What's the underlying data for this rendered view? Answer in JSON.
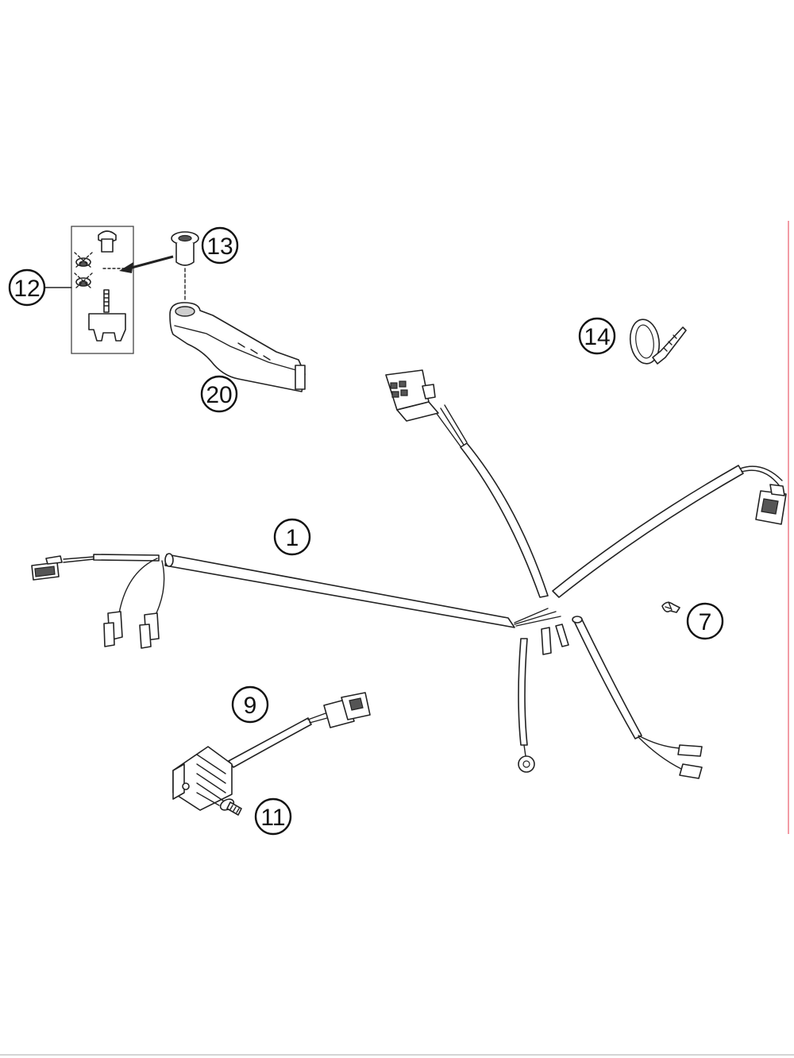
{
  "diagram": {
    "callouts": [
      {
        "id": "part-1",
        "number": "1"
      },
      {
        "id": "part-7",
        "number": "7"
      },
      {
        "id": "part-9",
        "number": "9"
      },
      {
        "id": "part-11",
        "number": "11"
      },
      {
        "id": "part-12",
        "number": "12"
      },
      {
        "id": "part-13",
        "number": "13"
      },
      {
        "id": "part-14",
        "number": "14"
      },
      {
        "id": "part-20",
        "number": "20"
      }
    ],
    "border_color": "#e85a6a",
    "line_color": "#222222"
  }
}
